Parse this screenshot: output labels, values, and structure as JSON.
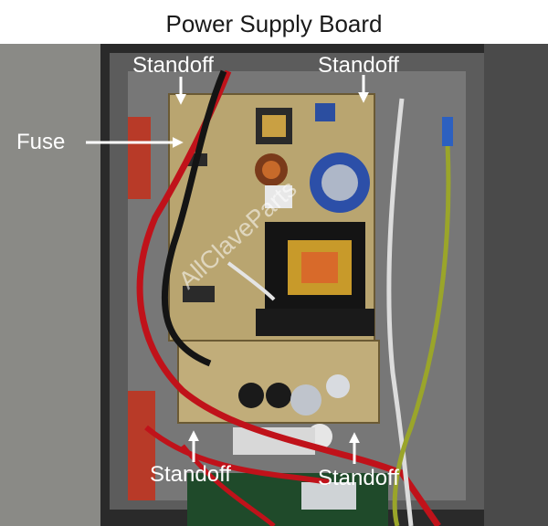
{
  "title": "Power Supply Board",
  "labels": {
    "standoff_top_left": "Standoff",
    "standoff_top_right": "Standoff",
    "fuse": "Fuse",
    "standoff_bottom_left": "Standoff",
    "standoff_bottom_right": "Standoff"
  },
  "watermark": "AllClaveParts",
  "colors": {
    "enclosure": "#6e6e6e",
    "board": "#b8a46e",
    "wire_red": "#c0121a",
    "wire_black": "#141414",
    "wire_green": "#9aa52a",
    "capacitor_blue": "#2c4fa8"
  }
}
